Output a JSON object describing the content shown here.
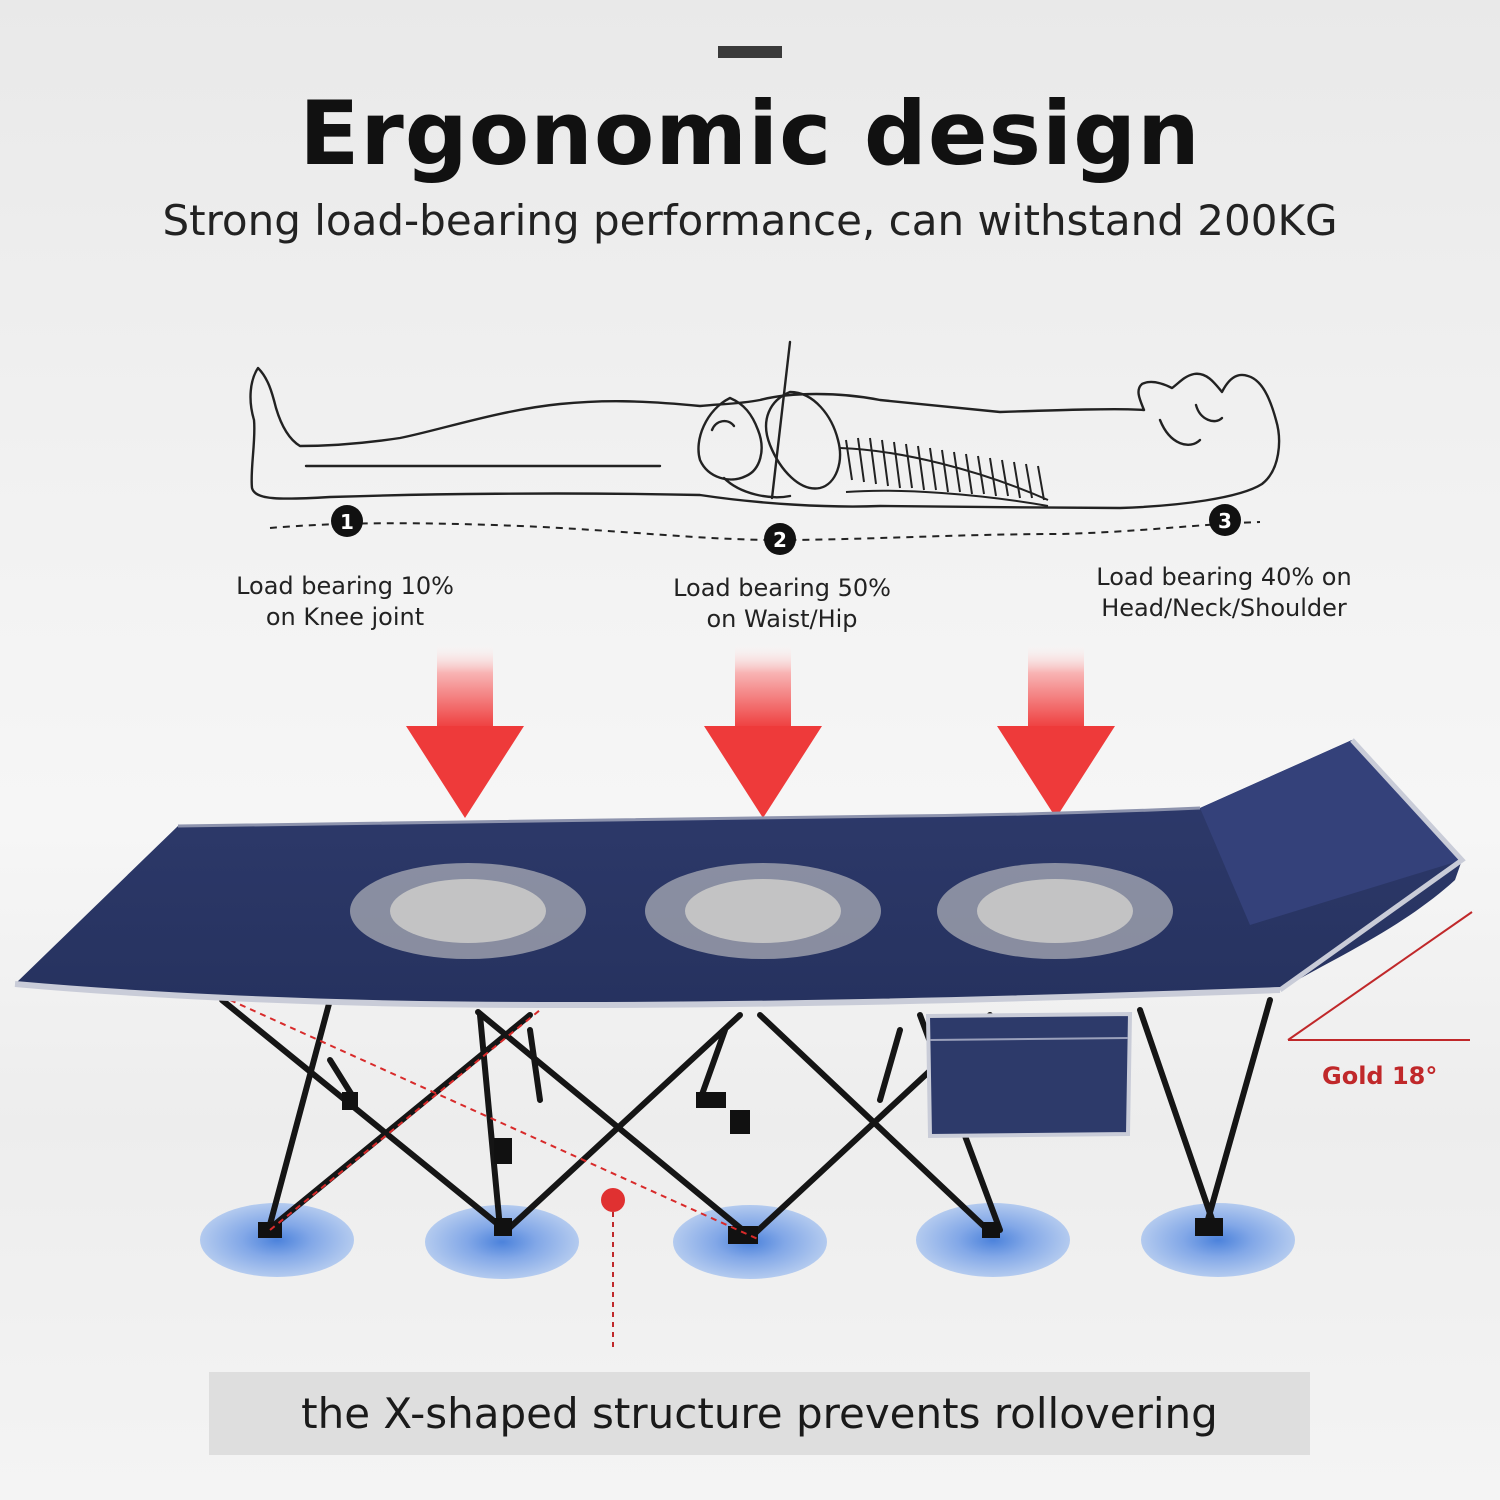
{
  "header": {
    "title": "Ergonomic design",
    "subtitle": "Strong load-bearing performance, can withstand 200KG"
  },
  "points": [
    {
      "number": "1",
      "line1": "Load bearing 10%",
      "line2": "on Knee joint"
    },
    {
      "number": "2",
      "line1": "Load bearing 50%",
      "line2": "on Waist/Hip"
    },
    {
      "number": "3",
      "line1": "Load bearing 40% on",
      "line2": "Head/Neck/Shoulder"
    }
  ],
  "angle_label": "Gold 18°",
  "caption": "the X-shaped structure prevents rollovering",
  "colors": {
    "cot_fabric": "#2c3868",
    "arrow_red": "#ee3a3a",
    "accent_red": "#c0282a",
    "foot_glow": "#8fb3ea"
  }
}
